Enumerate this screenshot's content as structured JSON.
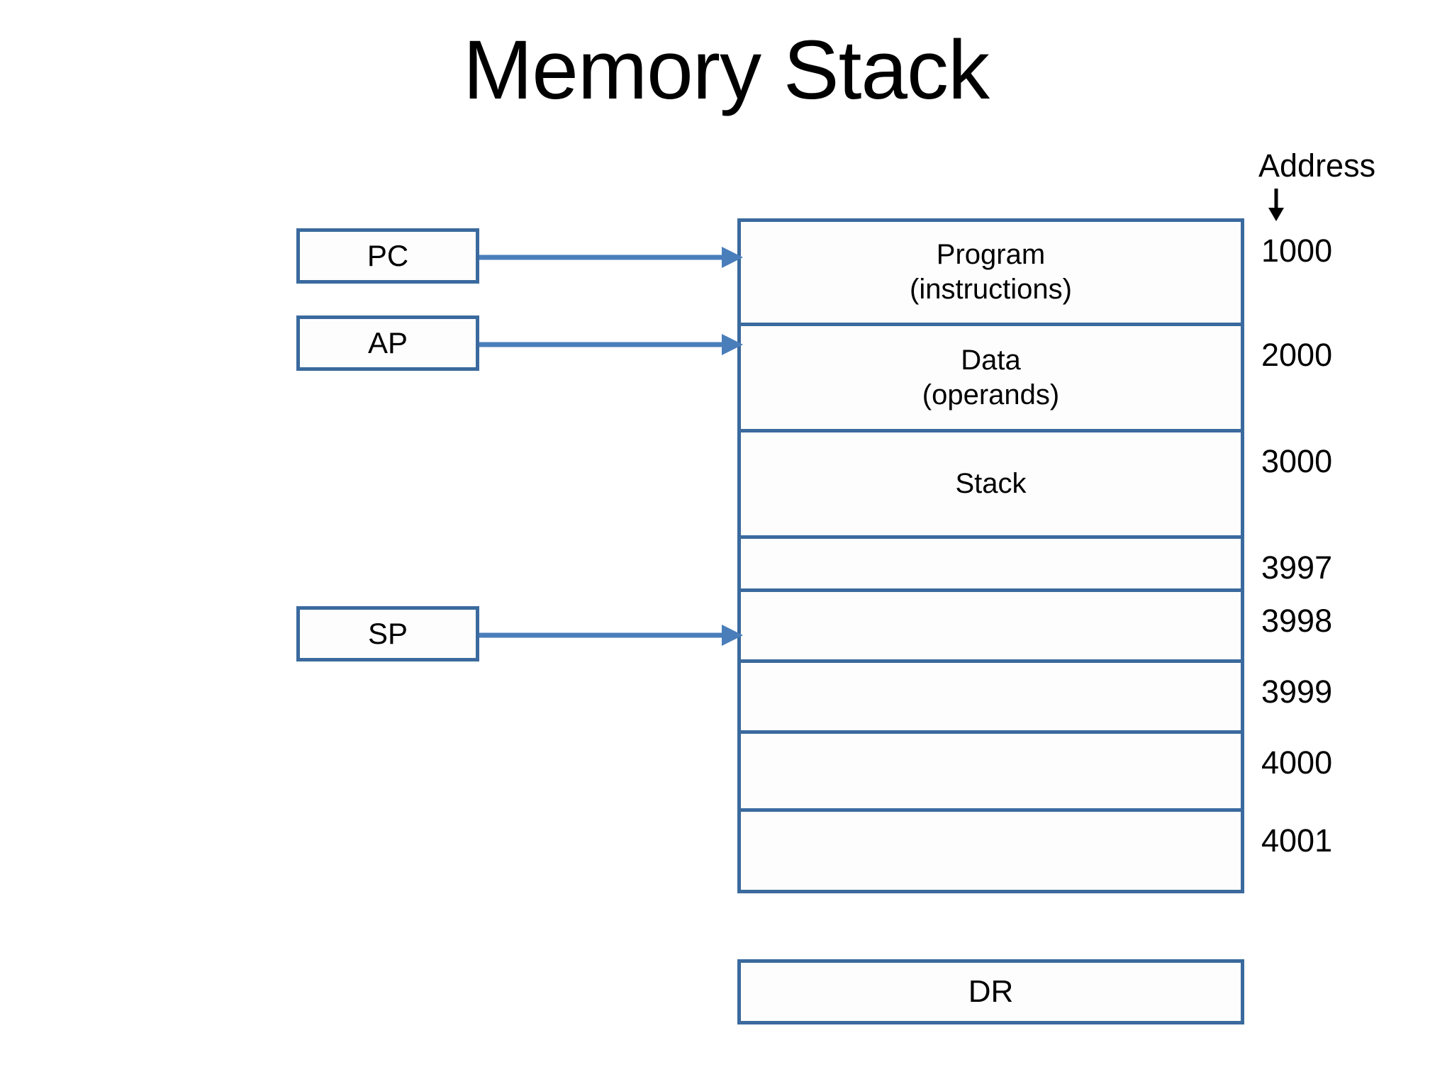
{
  "slide": {
    "title": "Memory Stack",
    "background_color": "#ffffff",
    "accent_color": "#3A6A9E",
    "arrow_color": "#4A7EBB",
    "text_color": "#000000"
  },
  "registers": [
    {
      "id": "pc",
      "label": "PC",
      "points_to_row": 0,
      "name": "program-counter"
    },
    {
      "id": "ap",
      "label": "AP",
      "points_to_row": 1,
      "name": "address-pointer"
    },
    {
      "id": "sp",
      "label": "SP",
      "points_to_row": 4,
      "name": "stack-pointer"
    }
  ],
  "data_register": {
    "label": "DR",
    "name": "data-register"
  },
  "memory": {
    "rows": [
      {
        "line1": "Program",
        "line2": "(instructions)",
        "address": "1000"
      },
      {
        "line1": "Data",
        "line2": "(operands)",
        "address": "2000"
      },
      {
        "line1": "Stack",
        "line2": "",
        "address": "3000"
      },
      {
        "line1": "",
        "line2": "",
        "address": "3997"
      },
      {
        "line1": "",
        "line2": "",
        "address": "3998"
      },
      {
        "line1": "",
        "line2": "",
        "address": "3999"
      },
      {
        "line1": "",
        "line2": "",
        "address": "4000"
      },
      {
        "line1": "",
        "line2": "",
        "address": "4001"
      }
    ]
  },
  "address_column": {
    "header": "Address",
    "direction_icon": "down-arrow-icon",
    "values": [
      "1000",
      "2000",
      "3000",
      "3997",
      "3998",
      "3999",
      "4000",
      "4001"
    ]
  }
}
